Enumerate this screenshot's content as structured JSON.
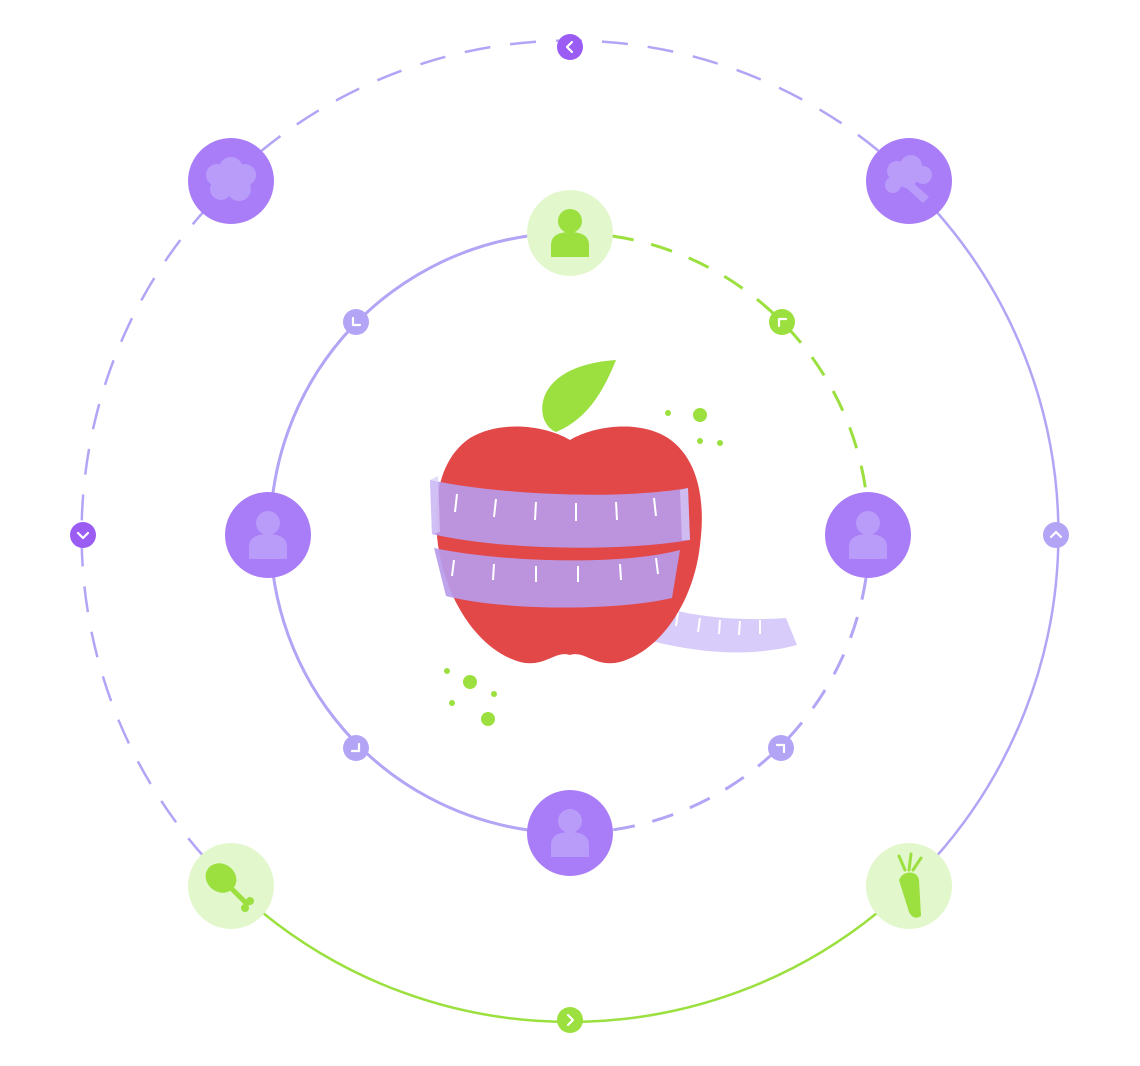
{
  "colors": {
    "purple": "#A97CF8",
    "purple_dark": "#9B5CF4",
    "lavender": "#B3A4F6",
    "lavender_soft": "#D8CCFA",
    "green": "#9BE03F",
    "green_soft": "#E3F7CC",
    "apple_red": "#E24848",
    "tape": "#B99BEB"
  },
  "center": {
    "icon": "apple-with-measuring-tape-icon"
  },
  "outer_nodes": [
    {
      "name": "outer-node-cauliflower",
      "icon": "cauliflower-icon",
      "theme": "purple"
    },
    {
      "name": "outer-node-broccoli",
      "icon": "broccoli-icon",
      "theme": "purple"
    },
    {
      "name": "outer-node-chicken-leg",
      "icon": "chicken-leg-icon",
      "theme": "green"
    },
    {
      "name": "outer-node-carrot",
      "icon": "carrot-icon",
      "theme": "green"
    }
  ],
  "inner_nodes": [
    {
      "name": "inner-node-top",
      "icon": "person-icon",
      "theme": "green"
    },
    {
      "name": "inner-node-right",
      "icon": "person-icon",
      "theme": "purple"
    },
    {
      "name": "inner-node-bottom",
      "icon": "person-icon",
      "theme": "purple"
    },
    {
      "name": "inner-node-left",
      "icon": "person-icon",
      "theme": "purple"
    }
  ],
  "outer_arrows": [
    {
      "name": "outer-arrow-top",
      "icon": "chevron-left-icon"
    },
    {
      "name": "outer-arrow-right",
      "icon": "chevron-up-icon"
    },
    {
      "name": "outer-arrow-bottom",
      "icon": "chevron-right-icon"
    },
    {
      "name": "outer-arrow-left",
      "icon": "chevron-down-icon"
    }
  ],
  "inner_markers": [
    {
      "name": "inner-marker-top-left",
      "icon": "corner-bottom-left-icon"
    },
    {
      "name": "inner-marker-top-right",
      "icon": "corner-top-left-icon"
    },
    {
      "name": "inner-marker-bottom-right",
      "icon": "corner-top-right-icon"
    },
    {
      "name": "inner-marker-bottom-left",
      "icon": "corner-bottom-right-icon"
    }
  ]
}
